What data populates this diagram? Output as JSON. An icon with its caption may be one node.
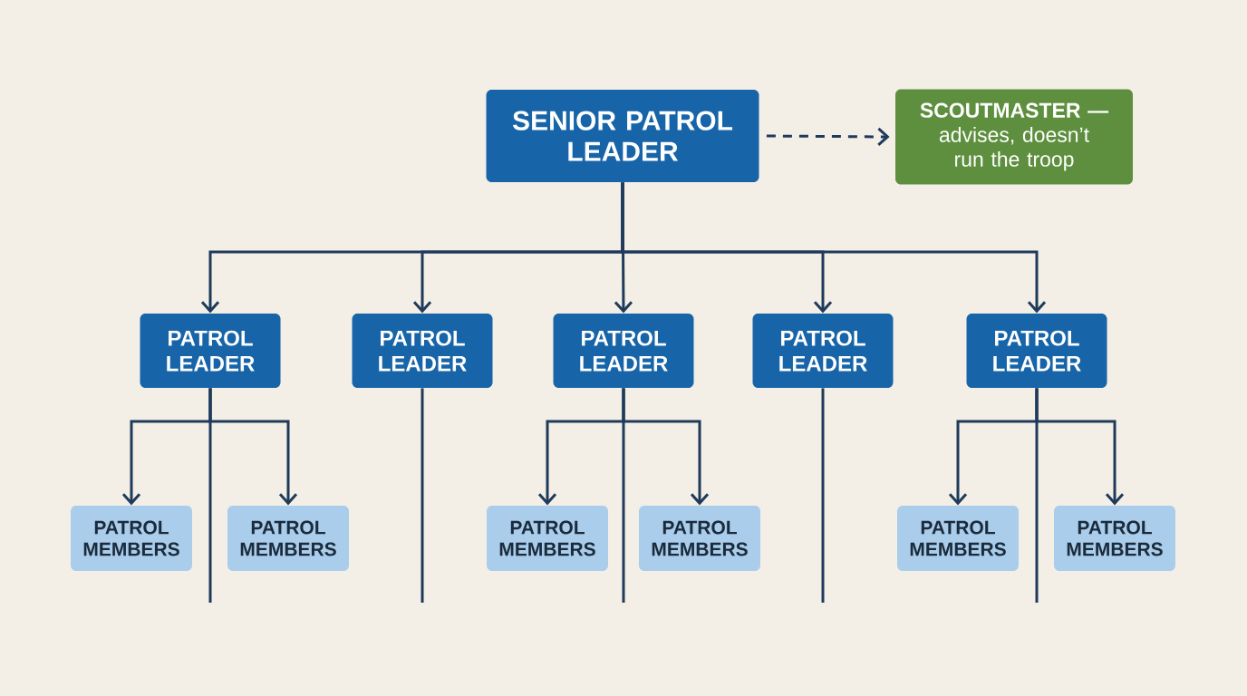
{
  "diagram": {
    "nodes": [
      {
        "text": [
          "SENIOR PATROL LEADER"
        ]
      },
      {
        "text": [
          "**SCOUTMASTER —** advises, doesn’t run the troop"
        ]
      },
      {
        "text": [
          "PATROL LEADER"
        ]
      },
      {
        "text": [
          "PATROL LEADER"
        ]
      },
      {
        "text": [
          "PATROL LEADER"
        ]
      },
      {
        "text": [
          "PATROL LEADER"
        ]
      },
      {
        "text": [
          "PATROL LEADER"
        ]
      },
      {
        "text": [
          "PATROL MEMBERS"
        ]
      },
      {
        "text": [
          "PATROL MEMBERS"
        ]
      },
      {
        "text": [
          "PATROL MEMBERS"
        ]
      },
      {
        "text": [
          "PATROL MEMBERS"
        ]
      },
      {
        "text": [
          "PATROL MEMBERS"
        ]
      },
      {
        "text": [
          "PATROL MEMBERS"
        ]
      }
    ],
    "edges": [
      {
        "from": 0,
        "to": 1,
        "arrow": "to",
        "style": "dashed"
      },
      {
        "from": 0,
        "to": 2,
        "arrow": "to"
      },
      {
        "from": 0,
        "to": 3,
        "arrow": "to"
      },
      {
        "from": 0,
        "to": 4,
        "arrow": "to"
      },
      {
        "from": 0,
        "to": 5,
        "arrow": "to"
      },
      {
        "from": 0,
        "to": 6,
        "arrow": "to"
      },
      {
        "from": 2,
        "to": 7,
        "arrow": "to"
      },
      {
        "from": 2,
        "to": 8,
        "arrow": "to"
      },
      {
        "from": 4,
        "to": 9,
        "arrow": "to"
      },
      {
        "from": 4,
        "to": 10,
        "arrow": "to"
      },
      {
        "from": 6,
        "to": 11,
        "arrow": "to"
      },
      {
        "from": 6,
        "to": 12,
        "arrow": "to"
      },
      {
        "from": 2,
        "to": null,
        "arrow": "none"
      },
      {
        "from": 3,
        "to": null,
        "arrow": "none"
      },
      {
        "from": 4,
        "to": null,
        "arrow": "none"
      },
      {
        "from": 5,
        "to": null,
        "arrow": "none"
      },
      {
        "from": 6,
        "to": null,
        "arrow": "none"
      }
    ]
  }
}
